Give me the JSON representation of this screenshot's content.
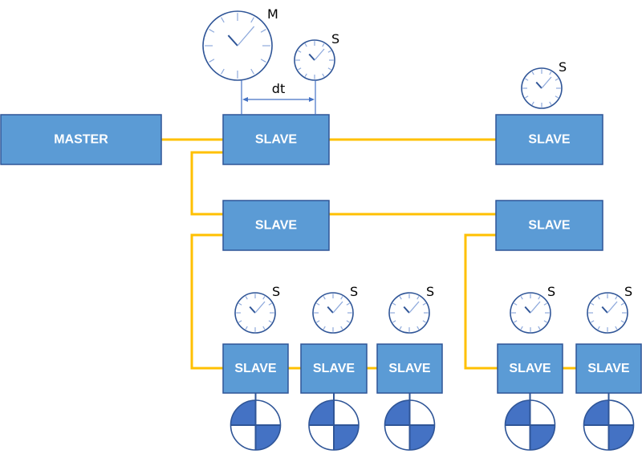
{
  "diagram": {
    "title": "Master-slave clock synchronization topology",
    "colors": {
      "node_fill": "#5b9bd5",
      "node_border": "#2f5597",
      "bus": "#ffc000",
      "clock": "#2f5597",
      "disc_fill": "#4472c4"
    },
    "master": {
      "id": "master",
      "label": "MASTER"
    },
    "slaves": [
      {
        "id": "s1",
        "label": "SLAVE",
        "clock": "S"
      },
      {
        "id": "s2",
        "label": "SLAVE",
        "clock": "S"
      },
      {
        "id": "s3",
        "label": "SLAVE",
        "clock": null
      },
      {
        "id": "s4",
        "label": "SLAVE",
        "clock": null
      },
      {
        "id": "s5",
        "label": "SLAVE",
        "clock": "S",
        "disc": true
      },
      {
        "id": "s6",
        "label": "SLAVE",
        "clock": "S",
        "disc": true
      },
      {
        "id": "s7",
        "label": "SLAVE",
        "clock": "S",
        "disc": true
      },
      {
        "id": "s8",
        "label": "SLAVE",
        "clock": "S",
        "disc": true
      },
      {
        "id": "s9",
        "label": "SLAVE",
        "clock": "S",
        "disc": true
      }
    ],
    "master_clock_label": "M",
    "offset_label": "dt",
    "links": [
      [
        "master",
        "s1"
      ],
      [
        "s1",
        "s2"
      ],
      [
        "s1",
        "s3"
      ],
      [
        "s3",
        "s4"
      ],
      [
        "s3",
        "s5"
      ],
      [
        "s5",
        "s6"
      ],
      [
        "s6",
        "s7"
      ],
      [
        "s4",
        "s8"
      ],
      [
        "s8",
        "s9"
      ]
    ]
  }
}
